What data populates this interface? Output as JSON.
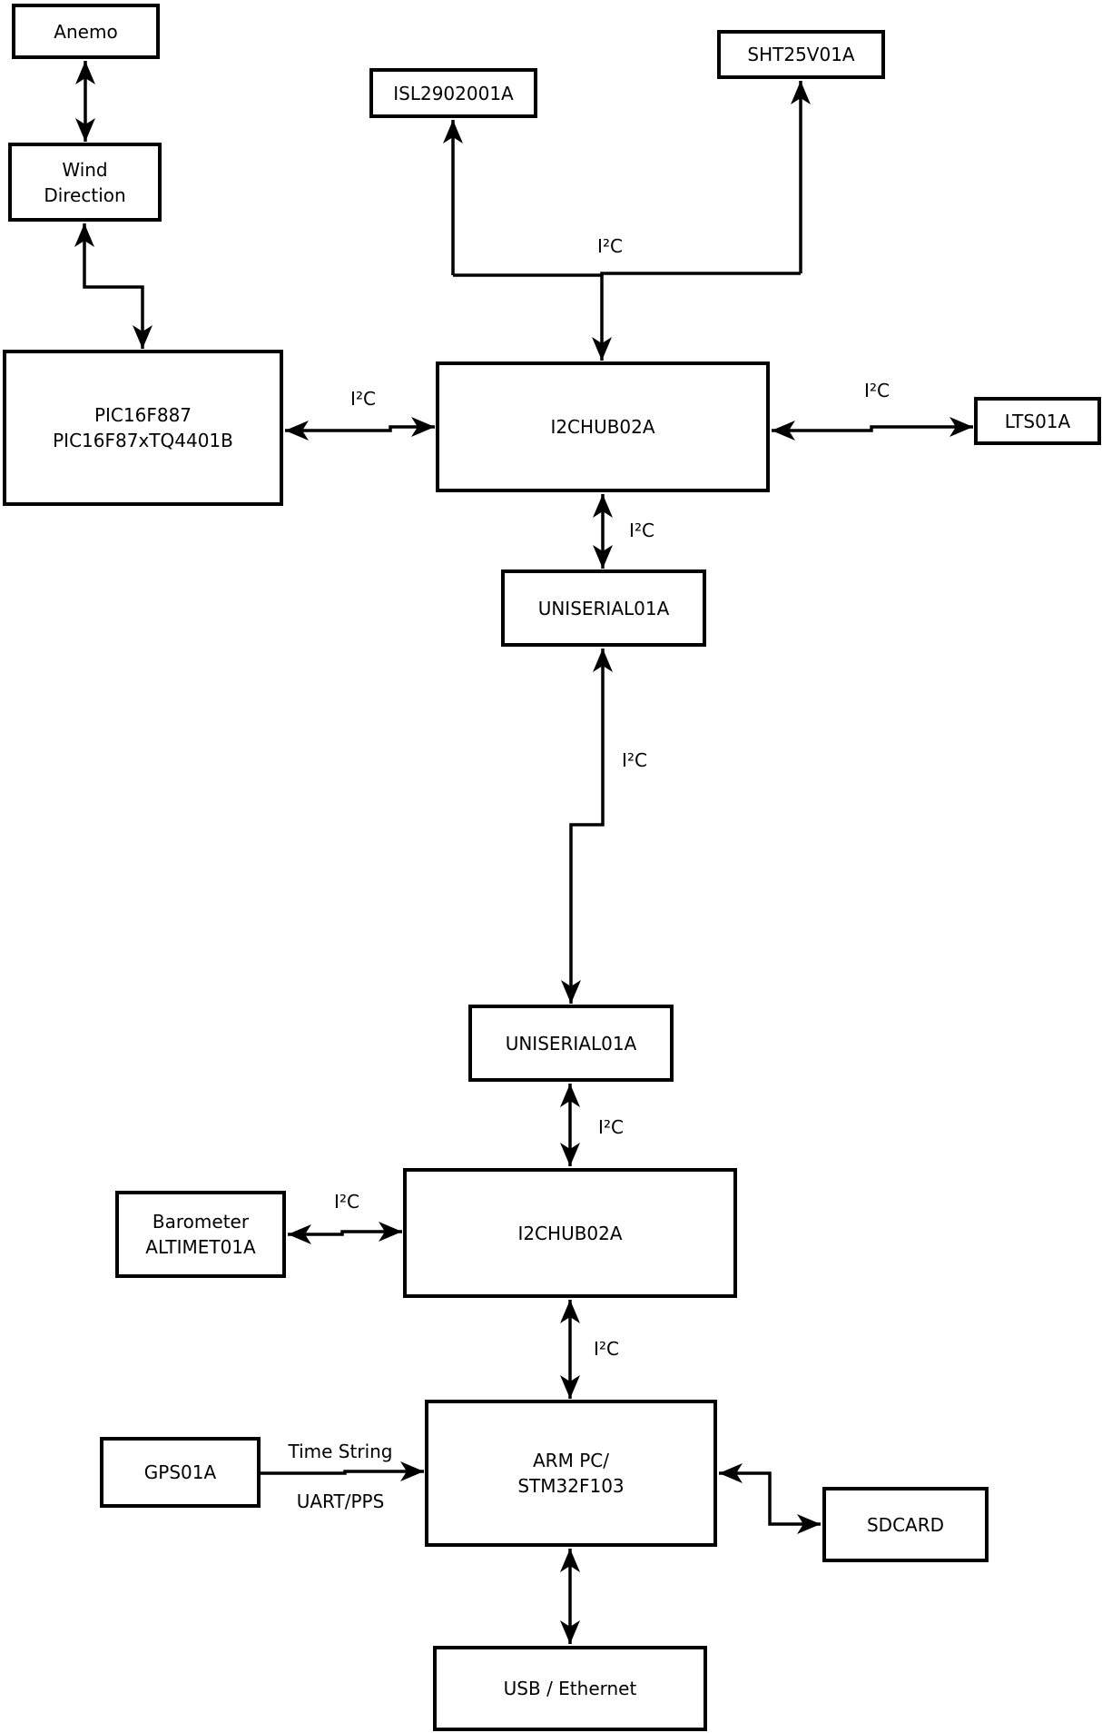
{
  "boxes": {
    "anemo": {
      "label": "Anemo"
    },
    "wind_direction": {
      "label": "Wind\nDirection"
    },
    "pic": {
      "label": "PIC16F887\nPIC16F87xTQ4401B"
    },
    "isl": {
      "label": "ISL2902001A"
    },
    "sht": {
      "label": "SHT25V01A"
    },
    "hub_top": {
      "label": "I2CHUB02A"
    },
    "lts": {
      "label": "LTS01A"
    },
    "uniserial_top": {
      "label": "UNISERIAL01A"
    },
    "uniserial_bottom": {
      "label": "UNISERIAL01A"
    },
    "hub_bottom": {
      "label": "I2CHUB02A"
    },
    "barometer": {
      "label": "Barometer\nALTIMET01A"
    },
    "gps": {
      "label": "GPS01A"
    },
    "arm": {
      "label": "ARM PC/\nSTM32F103"
    },
    "sdcard": {
      "label": "SDCARD"
    },
    "usb": {
      "label": "USB / Ethernet"
    }
  },
  "edge_labels": {
    "i2c_bus_top": "I²C",
    "i2c_pic_hub": "I²C",
    "i2c_hub_lts": "I²C",
    "i2c_hub_uniserial": "I²C",
    "i2c_uniserial_link": "I²C",
    "i2c_uniserial_hub2": "I²C",
    "i2c_barometer": "I²C",
    "i2c_hub2_arm": "I²C",
    "gps_time_string": "Time String",
    "gps_uart_pps": "UART/PPS"
  },
  "connections": [
    {
      "from": "Anemo",
      "to": "Wind Direction",
      "type": "bidirectional",
      "label": ""
    },
    {
      "from": "Wind Direction",
      "to": "PIC16F887 PIC16F87xTQ4401B",
      "type": "bidirectional",
      "label": ""
    },
    {
      "from": "PIC16F887 PIC16F87xTQ4401B",
      "to": "I2CHUB02A (top)",
      "type": "bidirectional",
      "label": "I²C"
    },
    {
      "from": "I2CHUB02A (top)",
      "to": "ISL2902001A",
      "type": "unidirectional",
      "label": "I²C"
    },
    {
      "from": "I2CHUB02A (top)",
      "to": "SHT25V01A",
      "type": "unidirectional",
      "label": "I²C"
    },
    {
      "from": "I2CHUB02A (top)",
      "to": "LTS01A",
      "type": "bidirectional",
      "label": "I²C"
    },
    {
      "from": "I2CHUB02A (top)",
      "to": "UNISERIAL01A (upper)",
      "type": "bidirectional",
      "label": "I²C"
    },
    {
      "from": "UNISERIAL01A (upper)",
      "to": "UNISERIAL01A (lower)",
      "type": "bidirectional",
      "label": "I²C"
    },
    {
      "from": "UNISERIAL01A (lower)",
      "to": "I2CHUB02A (bottom)",
      "type": "bidirectional",
      "label": "I²C"
    },
    {
      "from": "I2CHUB02A (bottom)",
      "to": "Barometer ALTIMET01A",
      "type": "bidirectional",
      "label": "I²C"
    },
    {
      "from": "I2CHUB02A (bottom)",
      "to": "ARM PC/STM32F103",
      "type": "bidirectional",
      "label": "I²C"
    },
    {
      "from": "GPS01A",
      "to": "ARM PC/STM32F103",
      "type": "unidirectional",
      "label": "Time String / UART/PPS"
    },
    {
      "from": "ARM PC/STM32F103",
      "to": "SDCARD",
      "type": "bidirectional",
      "label": ""
    },
    {
      "from": "ARM PC/STM32F103",
      "to": "USB / Ethernet",
      "type": "bidirectional",
      "label": ""
    }
  ],
  "colors": {
    "background": "#ffffff",
    "line": "#000000",
    "box_fill": "#ffffff",
    "text": "#000000"
  }
}
